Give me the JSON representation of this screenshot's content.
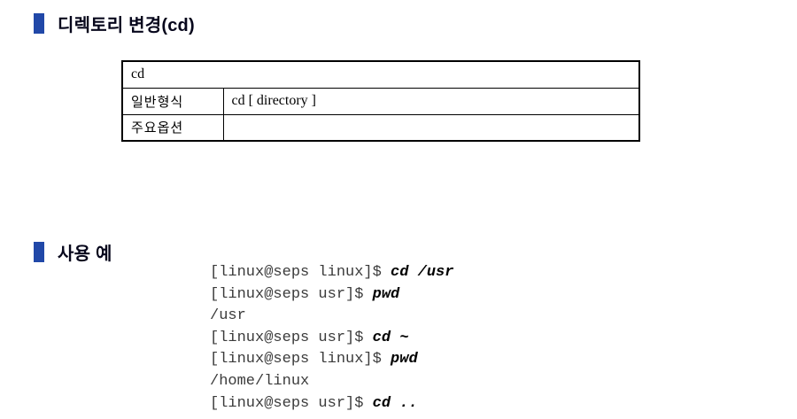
{
  "page": {
    "accent_color": "#2148a8",
    "background_color": "#ffffff"
  },
  "sections": [
    {
      "title": "디렉토리 변경(cd)"
    },
    {
      "title": "사용 예"
    }
  ],
  "table": {
    "command": "cd",
    "rows": [
      {
        "label": "일반형식",
        "value": "cd [ directory ]"
      },
      {
        "label": "주요옵션",
        "value": ""
      }
    ]
  },
  "terminal": {
    "lines": [
      {
        "prompt": "[linux@seps linux]$ ",
        "command": "cd /usr"
      },
      {
        "prompt": "[linux@seps usr]$ ",
        "command": "pwd"
      },
      {
        "prompt": "/usr",
        "command": ""
      },
      {
        "prompt": "[linux@seps usr]$ ",
        "command": "cd ~"
      },
      {
        "prompt": "[linux@seps linux]$ ",
        "command": "pwd"
      },
      {
        "prompt": "/home/linux",
        "command": ""
      },
      {
        "prompt": "[linux@seps usr]$ ",
        "command": "cd .."
      }
    ]
  }
}
